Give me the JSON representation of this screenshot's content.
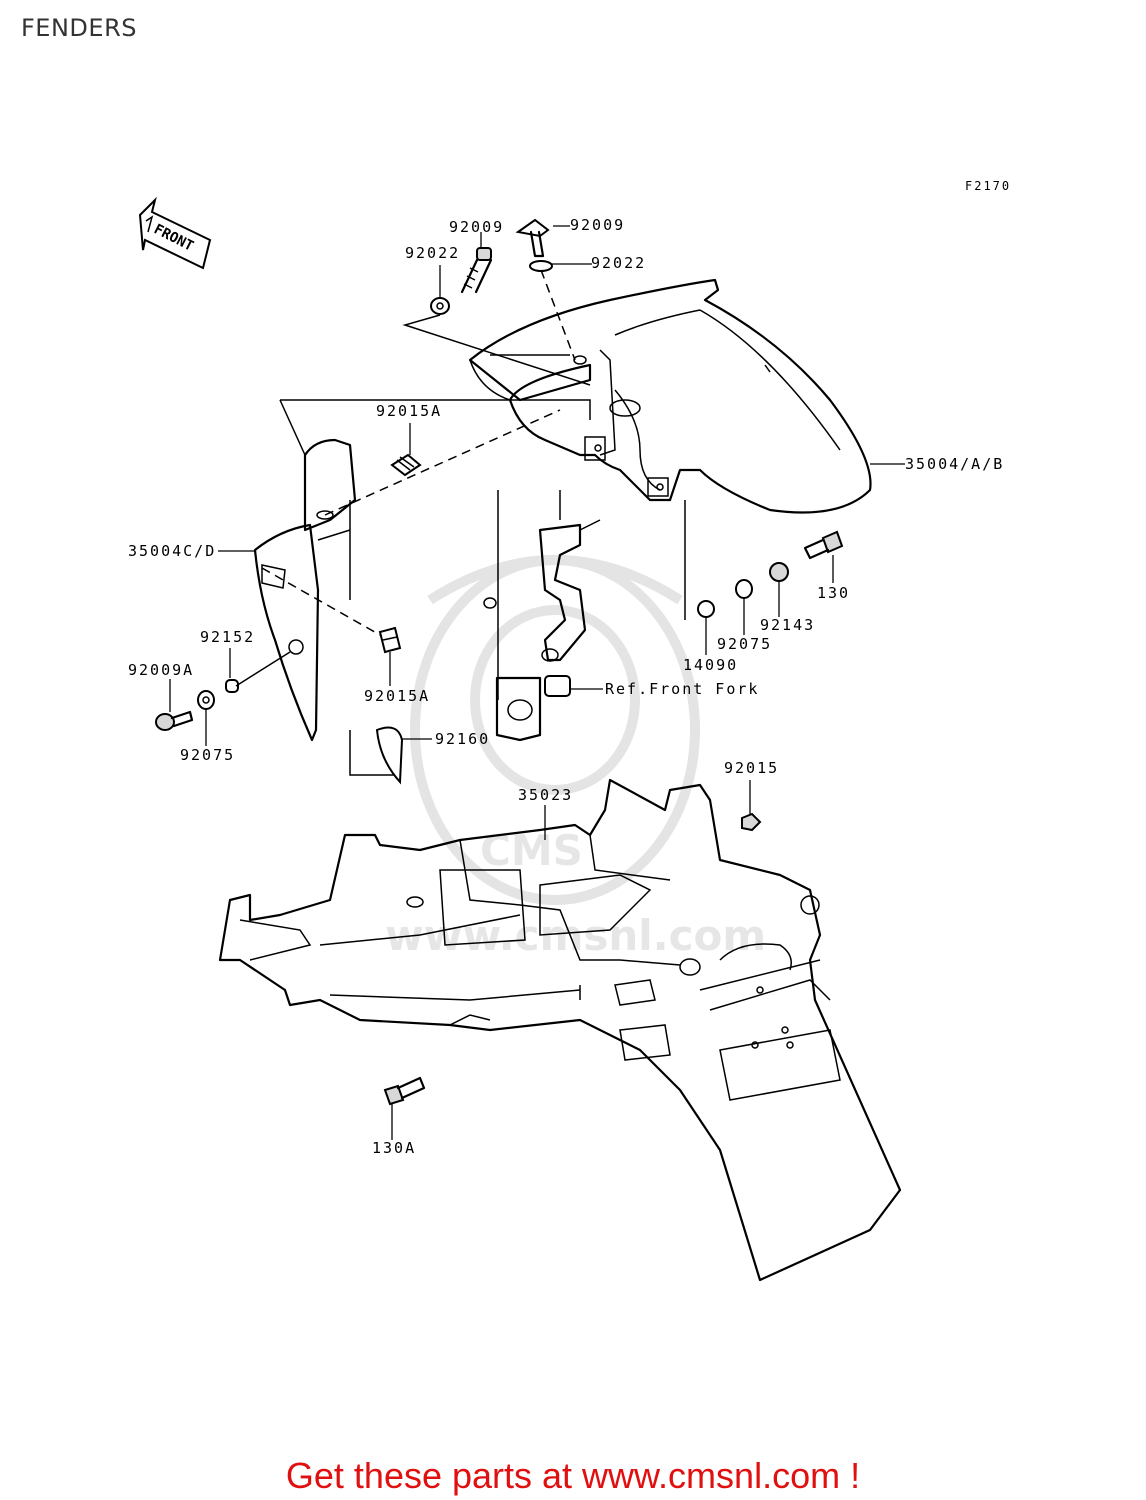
{
  "page": {
    "title": "FENDERS",
    "figure_code": "F2170",
    "front_label": "FRONT",
    "promo_text": "Get these parts at www.cmsnl.com !",
    "watermark_text": "www.cmsnl.com",
    "watermark_logo": "CMS"
  },
  "callouts": {
    "c92009_a": "92009",
    "c92009_b": "92009",
    "c92022_a": "92022",
    "c92022_b": "92022",
    "c92015A_top": "92015A",
    "c35004AB": "35004/A/B",
    "c35004CD": "35004C/D",
    "c130": "130",
    "c92143": "92143",
    "c92075_r": "92075",
    "c14090": "14090",
    "c92152": "92152",
    "c92009A": "92009A",
    "c92075_l": "92075",
    "c92015A_bot": "92015A",
    "c92160": "92160",
    "ref_front_fork": "Ref.Front Fork",
    "c92015": "92015",
    "c35023": "35023",
    "c130A": "130A"
  },
  "colors": {
    "promo": "#e01010",
    "title": "#333333",
    "line": "#000000",
    "watermark": "#e4e4e4"
  }
}
